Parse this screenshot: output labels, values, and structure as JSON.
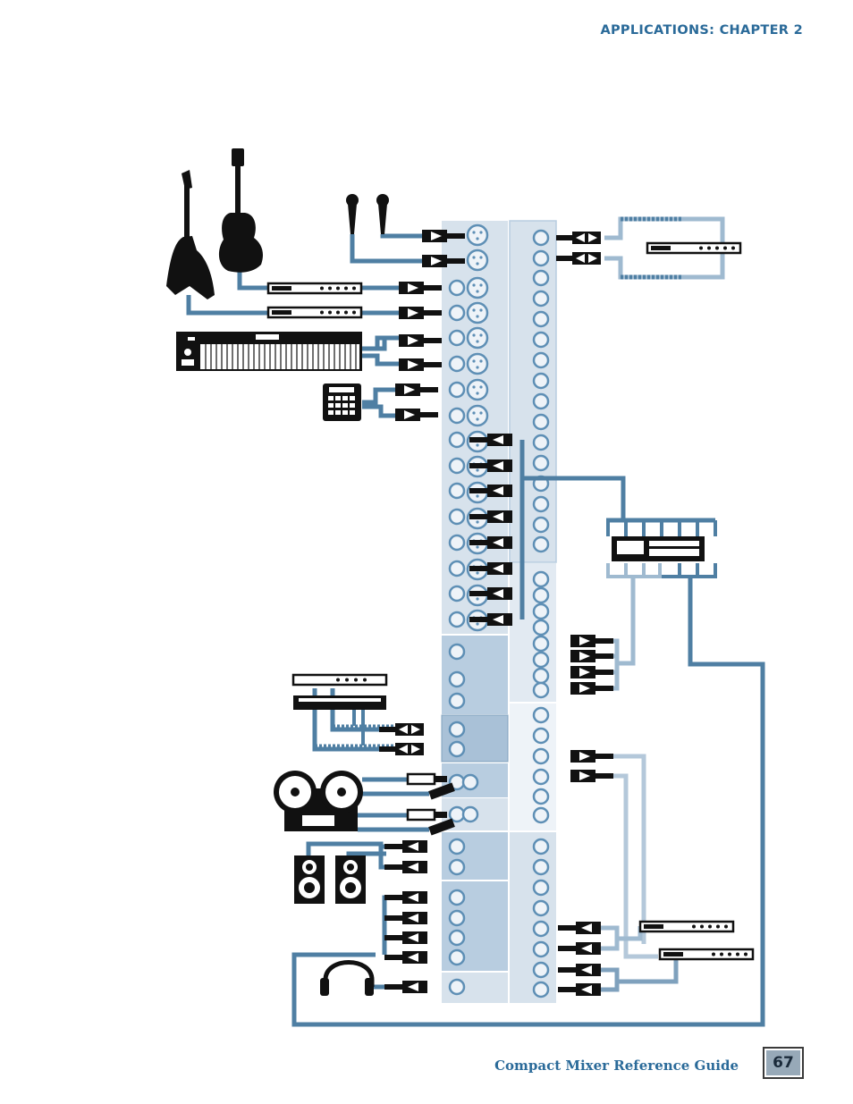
{
  "header": {
    "chapter_label": "APPLICATIONS: CHAPTER 2"
  },
  "footer": {
    "guide_title": "Compact Mixer Reference Guide",
    "page_number": "67"
  },
  "colors": {
    "header_text": "#2a6a99",
    "cable_dark": "#4f7fa3",
    "cable_medium": "#7fa1bd",
    "cable_light": "#b4c8da",
    "panel_fill": "#d7e2ec",
    "panel_fill_dark": "#b8cde0",
    "jack_ring": "#5e8fb5",
    "device_black": "#111111",
    "page_box": "#97a9b8"
  },
  "icons": [
    "electric-guitar-icon",
    "electric-guitar-icon",
    "microphone-icon",
    "microphone-icon",
    "keyboard-synth-icon",
    "drum-machine-icon",
    "rack-effects-unit-icon",
    "reel-to-reel-tape-icon",
    "studio-monitor-icon",
    "headphones-icon",
    "power-amplifier-icon",
    "xlr-connector-icon",
    "quarter-inch-plug-icon",
    "rca-plug-icon",
    "input-jack-icon"
  ]
}
